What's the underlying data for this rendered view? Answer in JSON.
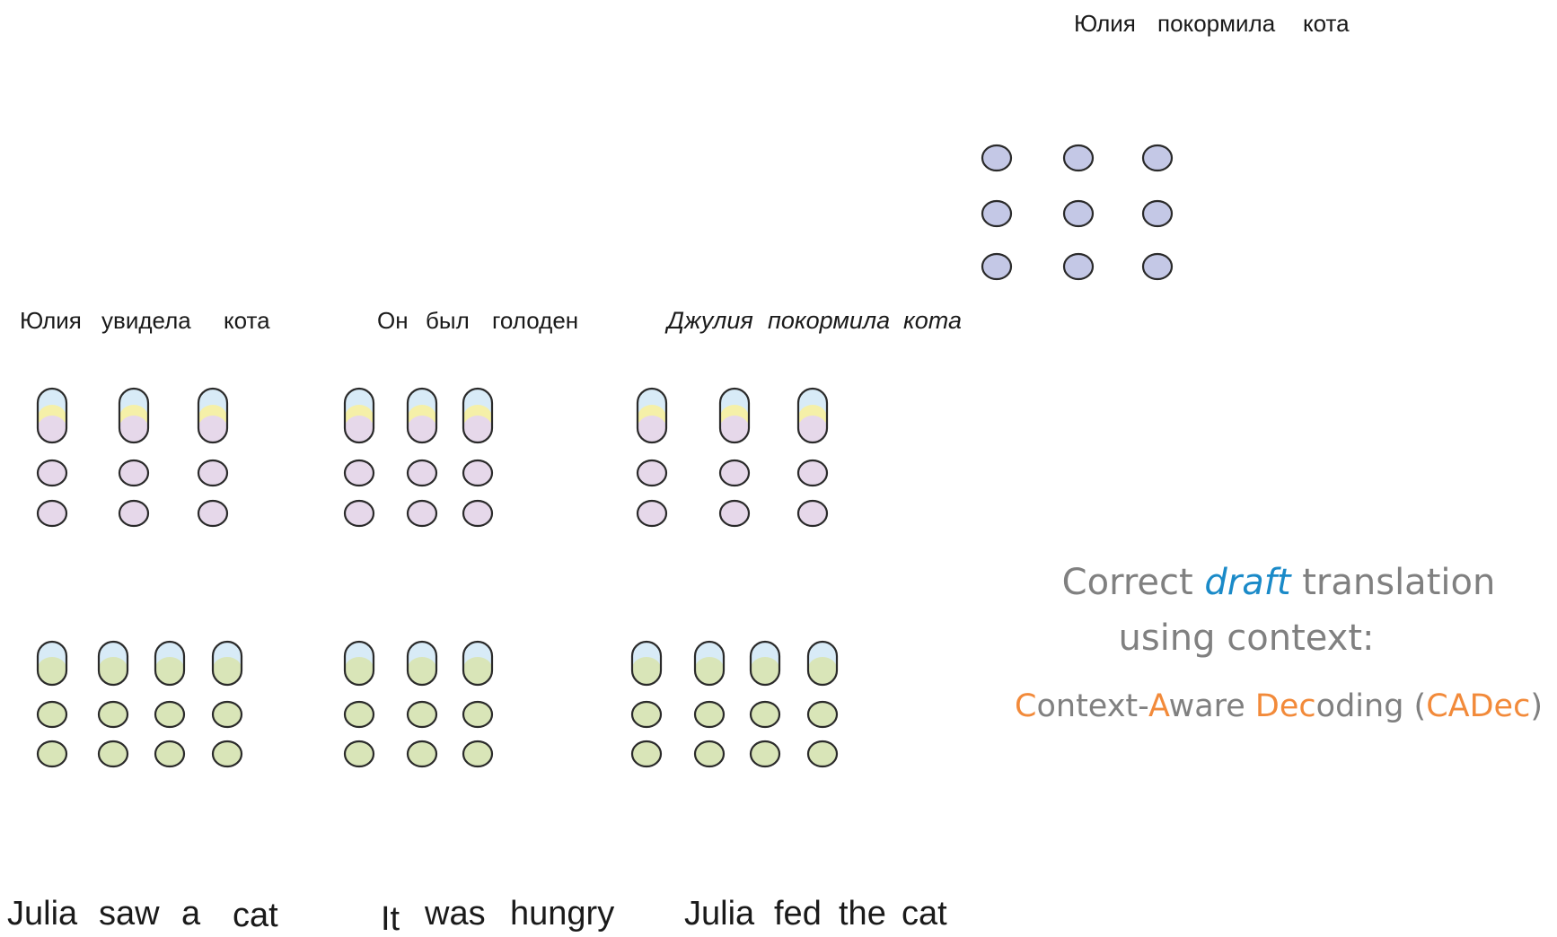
{
  "colors": {
    "decoder_state": "#c4c8e6",
    "context_encoder": "#e6d8ea",
    "source_encoder": "#d9e5b8",
    "capsule_top": "#d8ebf7",
    "capsule_mid": "#f5f0a8",
    "draft_text": "#1a8ac8",
    "cadec_highlight": "#f28a3a",
    "caption_text": "#808080",
    "outline": "#2a2a2a"
  },
  "top_output": {
    "words": [
      "Юлия",
      "покормила",
      "кота"
    ]
  },
  "context_blocks": [
    {
      "target_words": [
        "Юлия",
        "увидела",
        "кота"
      ],
      "source_words": [
        "Julia",
        "saw",
        "a",
        "cat"
      ],
      "upper_columns": 3,
      "lower_columns": 4
    },
    {
      "target_words": [
        "Он",
        "был",
        "голоден"
      ],
      "source_words": [
        "It",
        "was",
        "hungry"
      ],
      "upper_columns": 3,
      "lower_columns": 3
    },
    {
      "target_words": [
        "Джулия",
        "покормила",
        "кота"
      ],
      "target_is_draft": true,
      "source_words": [
        "Julia",
        "fed",
        "the",
        "cat"
      ],
      "upper_columns": 3,
      "lower_columns": 4
    }
  ],
  "caption": {
    "line1": {
      "before": "Correct ",
      "draft": "draft",
      "after": " translation"
    },
    "line2": "using context:",
    "line3_parts": [
      {
        "text": "C",
        "highlight": true
      },
      {
        "text": "ontext-",
        "highlight": false
      },
      {
        "text": "A",
        "highlight": true
      },
      {
        "text": "ware ",
        "highlight": false
      },
      {
        "text": "Dec",
        "highlight": true
      },
      {
        "text": "oding (",
        "highlight": false
      },
      {
        "text": "CADec",
        "highlight": true
      },
      {
        "text": ")",
        "highlight": false
      }
    ]
  }
}
